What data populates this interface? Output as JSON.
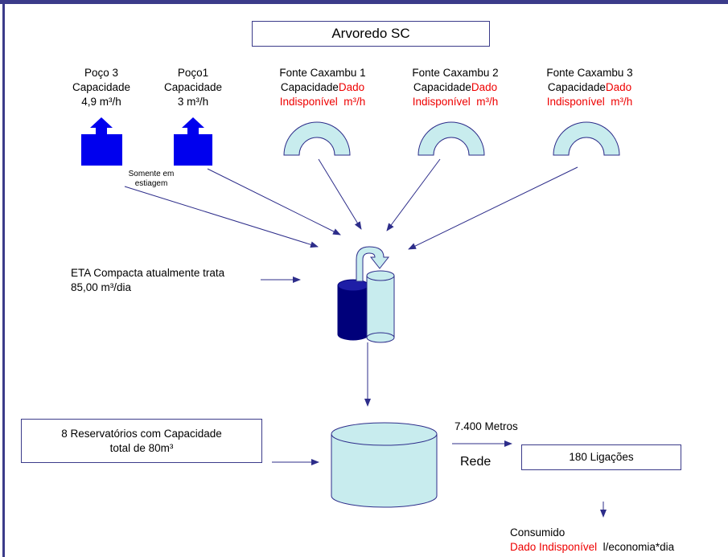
{
  "title": "Arvoredo SC",
  "wells": [
    {
      "name": "Poço 3",
      "cap_label": "Capacidade",
      "cap_value": "4,9 m³/h"
    },
    {
      "name": "Poço1",
      "cap_label": "Capacidade",
      "cap_value": "3 m³/h"
    }
  ],
  "well_note": [
    "Somente em",
    "estiagem"
  ],
  "springs": [
    {
      "name": "Fonte Caxambu 1",
      "cap_label": "Capacidade",
      "cap_red1": "Dado",
      "cap_red2": "Indisponível",
      "unit": "m³/h"
    },
    {
      "name": "Fonte Caxambu 2",
      "cap_label": "Capacidade",
      "cap_red1": "Dado",
      "cap_red2": "Indisponível",
      "unit": "m³/h"
    },
    {
      "name": "Fonte Caxambu 3",
      "cap_label": "Capacidade",
      "cap_red1": "Dado",
      "cap_red2": "Indisponível",
      "unit": "m³/h"
    }
  ],
  "eta": {
    "line1": "ETA Compacta atualmente trata",
    "line2": "85,00 m³/dia"
  },
  "reservoirs": {
    "line1": "8 Reservatórios com Capacidade",
    "line2": "total de 80m³"
  },
  "network": {
    "length": "7.400 Metros",
    "label": "Rede",
    "connections": "180 Ligações"
  },
  "consumption": {
    "label": "Consumido",
    "red": "Dado Indisponível",
    "unit": "l/economia*dia"
  },
  "colors": {
    "well_blue": "#0000ee",
    "light_cyan": "#c8ecee",
    "dark_navy": "#00007a",
    "line": "#3b3b8a",
    "arrow": "#2d2d8a",
    "red": "#ee0000"
  }
}
